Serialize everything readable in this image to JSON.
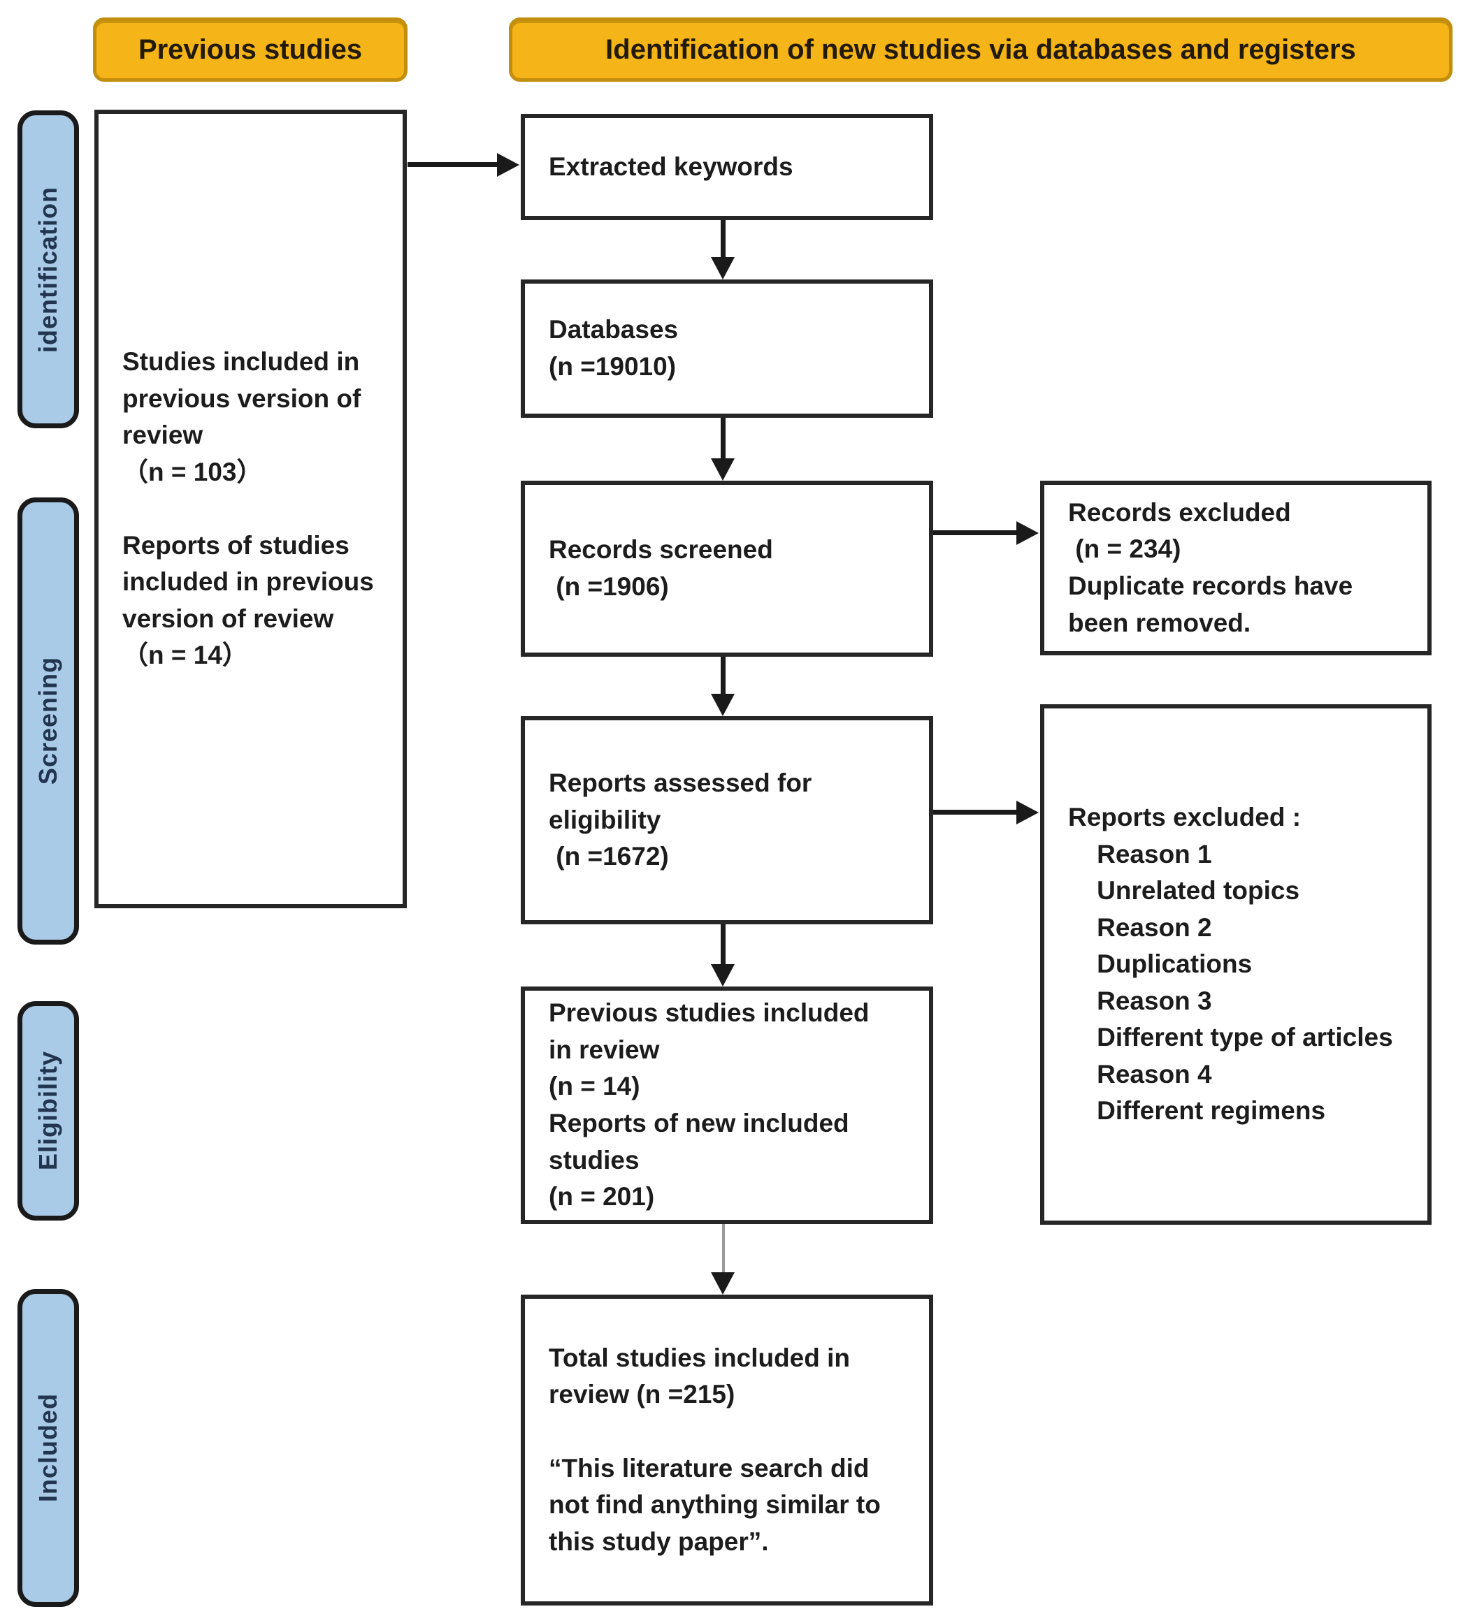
{
  "headers": {
    "previous_studies": "Previous studies",
    "new_studies": "Identification of new studies via databases and registers"
  },
  "stages": [
    {
      "label": "identification"
    },
    {
      "label": "Screening"
    },
    {
      "label": "Eligibility"
    },
    {
      "label": "Included"
    }
  ],
  "boxes": {
    "previous_version": {
      "text": "Studies included in\nprevious version of\nreview\n（n = 103）\n\nReports of studies\nincluded in previous\nversion of review\n（n = 14）"
    },
    "extracted_keywords": {
      "text": "Extracted keywords"
    },
    "databases": {
      "text": "Databases\n(n =19010)"
    },
    "records_screened": {
      "text": "Records screened\n (n =1906)"
    },
    "records_excluded": {
      "text": "Records excluded\n (n = 234)\nDuplicate records have\nbeen removed."
    },
    "reports_assessed": {
      "text": "Reports assessed for\neligibility\n (n =1672)"
    },
    "reports_excluded": {
      "text": "Reports excluded :\n    Reason 1\n    Unrelated topics\n    Reason 2\n    Duplications\n    Reason 3\n    Different type of articles\n    Reason 4\n    Different regimens"
    },
    "included_in_review": {
      "text": "Previous studies included\nin review\n(n = 14)\nReports of new included\nstudies\n(n = 201)"
    },
    "total_included": {
      "text": "Total studies included in\nreview (n =215)\n\n“This literature search did\nnot find anything similar to\nthis study paper”."
    }
  },
  "colors": {
    "header_fill": "#F5B417",
    "header_border": "#C28E0E",
    "stage_fill": "#A9CBE8",
    "stage_border": "#1A1A1A",
    "box_border": "#262626",
    "arrow": "#1A1A1A",
    "arrow_muted": "#9A9A9A"
  }
}
